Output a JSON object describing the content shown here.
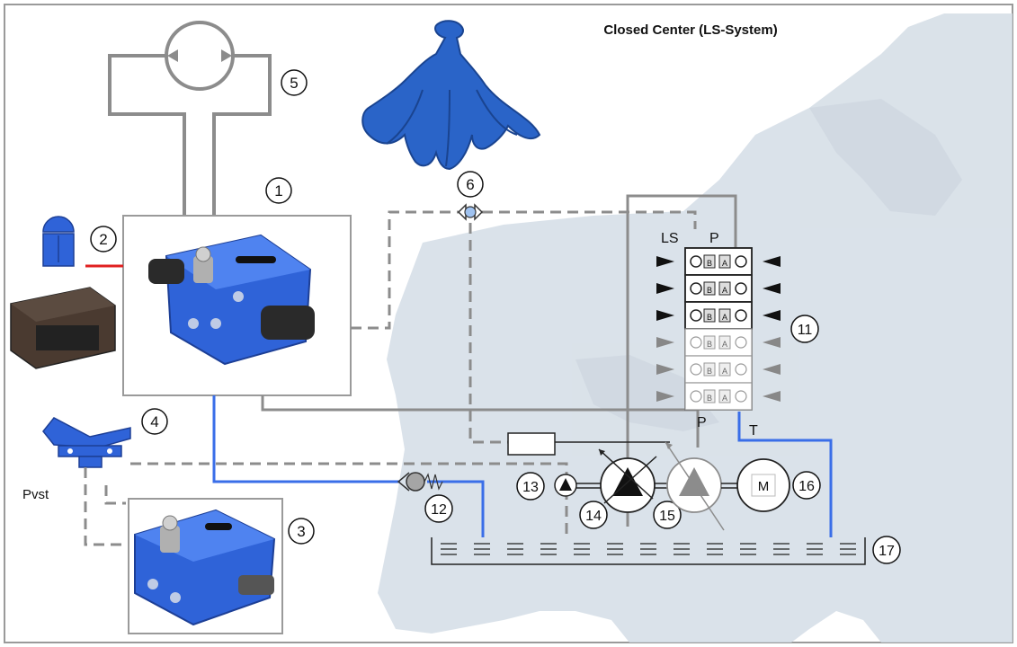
{
  "title": "Closed Center (LS-System)",
  "labels": {
    "pvst": "Pvst",
    "ls": "LS",
    "p_top": "P",
    "p_bottom": "P",
    "t": "T",
    "motor": "M",
    "section_b": "B",
    "section_a": "A"
  },
  "callouts": {
    "c1": "1",
    "c2": "2",
    "c3": "3",
    "c4": "4",
    "c5": "5",
    "c6": "6",
    "c11": "11",
    "c12": "12",
    "c13": "13",
    "c14": "14",
    "c15": "15",
    "c16": "16",
    "c17": "17"
  },
  "colors": {
    "pressure_line": "#8c8c8c",
    "tank_line": "#3a6ee8",
    "pilot_line": "#8c8c8c",
    "valve_blue": "#2f63d8",
    "signal_line": "#e02020",
    "map_background": "#d4dde6"
  }
}
